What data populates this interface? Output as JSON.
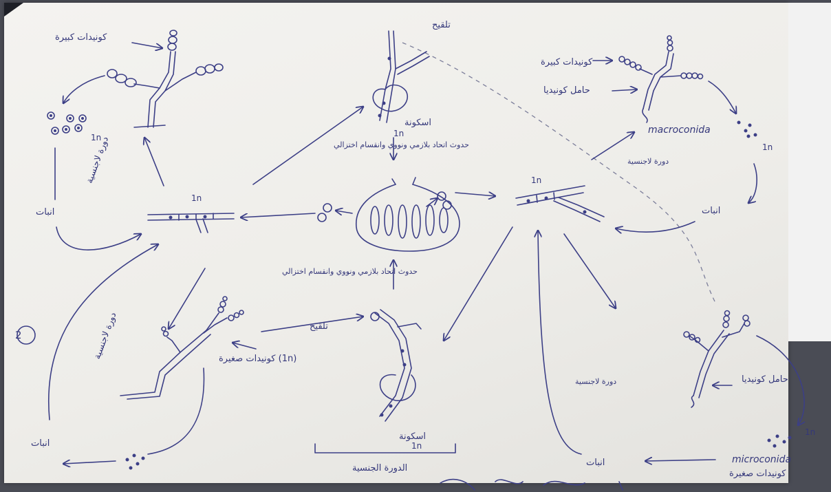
{
  "labels": {
    "large_conidia_left": "كونيدات كبيرة",
    "large_conidia_right": "كونيدات كبيرة",
    "conidiophore_right": "حامل كونيديا",
    "conidiophore_bottom_right": "حامل كونيديا",
    "fertilization_top": "تلقيح",
    "fertilization_bottom": "تلقيح",
    "ascogonium_top": "اسكونة",
    "ascogonium_bottom": "اسكونة",
    "ploidy_ascogonium_top": "1n",
    "ploidy_ascogonium_bottom": "1n",
    "ploidy_left_mycelium": "1n",
    "ploidy_right_mycelium": "1n",
    "ploidy_left_spores": "1n",
    "ploidy_right_spores": "1n",
    "ploidy_bottom_right": "1n",
    "plasmogamy_top": "حدوث اتحاد بلازمي ونووي وانقسام اختزالي",
    "plasmogamy_bottom": "حدوث اتحاد بلازمي ونووي وانقسام اختزالي",
    "asexual_cycle_left_top": "دورة لاجنسية",
    "asexual_cycle_left_bottom": "دورة لاجنسية",
    "asexual_cycle_right_top": "دورة لاجنسية",
    "asexual_cycle_right_bottom": "دورة لاجنسية",
    "germination_left": "انبات",
    "germination_bottom_left": "انبات",
    "germination_right": "انبات",
    "germination_bottom_right": "انبات",
    "small_conidia_left": "كونيدات صغيرة (1n)",
    "macroconidia": "macroconida",
    "microconidia": "microconida",
    "small_conidia_right": "كونيدات صغيرة",
    "sexual_cycle": "الدورة الجنسية",
    "circled_number": "2"
  },
  "colors": {
    "ink": "#3c3f86",
    "paper": "#f1f0ec",
    "background": "#4a4c55"
  }
}
